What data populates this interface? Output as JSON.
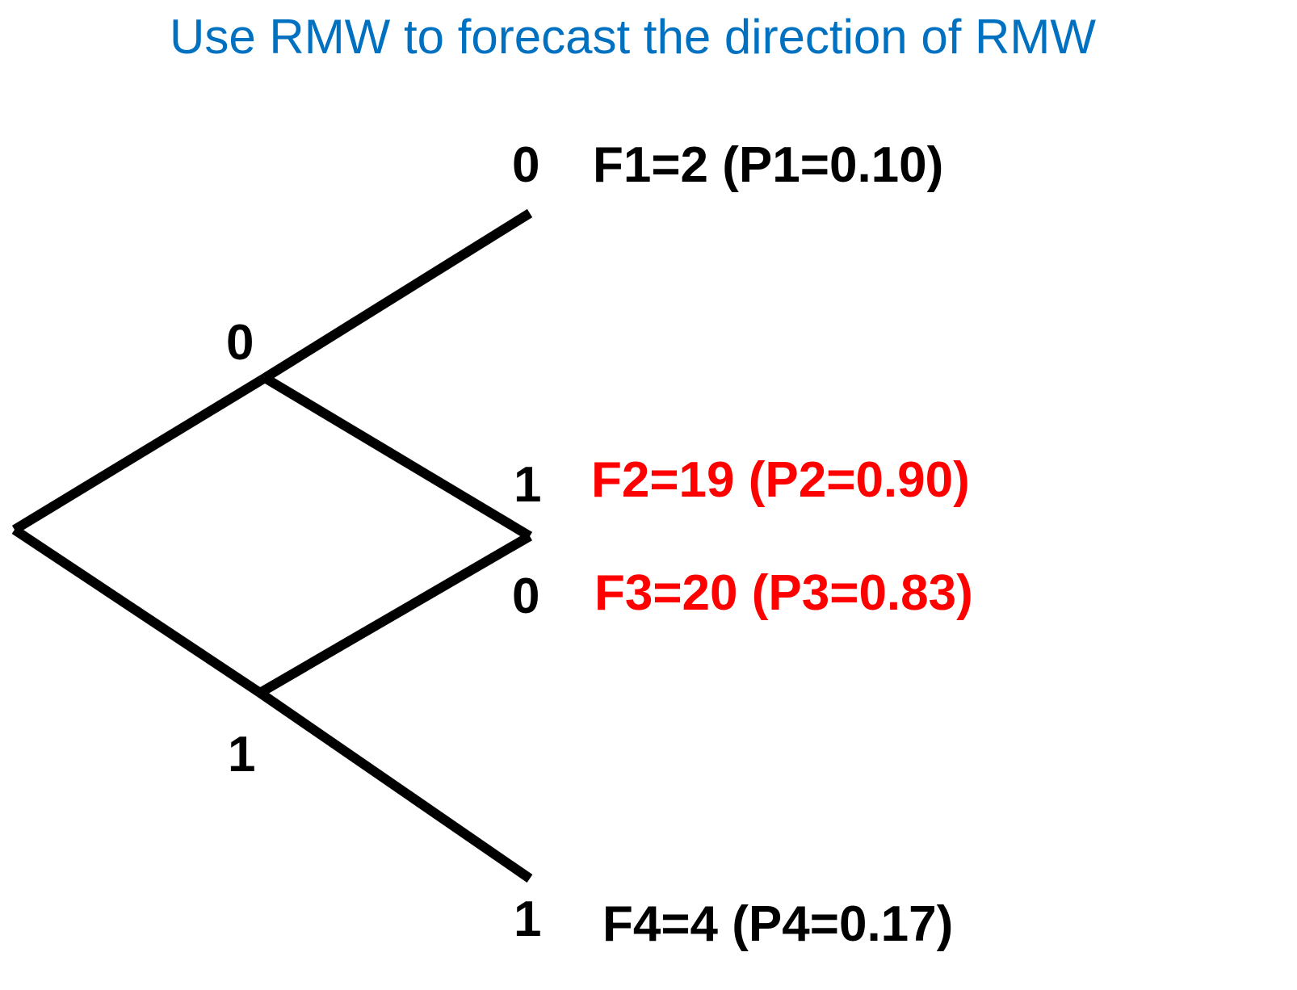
{
  "title": "Use RMW to forecast the direction of RMW",
  "colors": {
    "title": "#0070c0",
    "normal": "#000000",
    "highlight": "#ff0000",
    "line": "#000000"
  },
  "tree": {
    "first_split_labels": {
      "upper": "0",
      "lower": "1"
    },
    "leaves": [
      {
        "bit": "0",
        "text": "F1=2 (P1=0.10)",
        "highlight": false
      },
      {
        "bit": "1",
        "text": "F2=19 (P2=0.90)",
        "highlight": true
      },
      {
        "bit": "0",
        "text": "F3=20 (P3=0.83)",
        "highlight": true
      },
      {
        "bit": "1",
        "text": "F4=4 (P4=0.17)",
        "highlight": false
      }
    ]
  }
}
